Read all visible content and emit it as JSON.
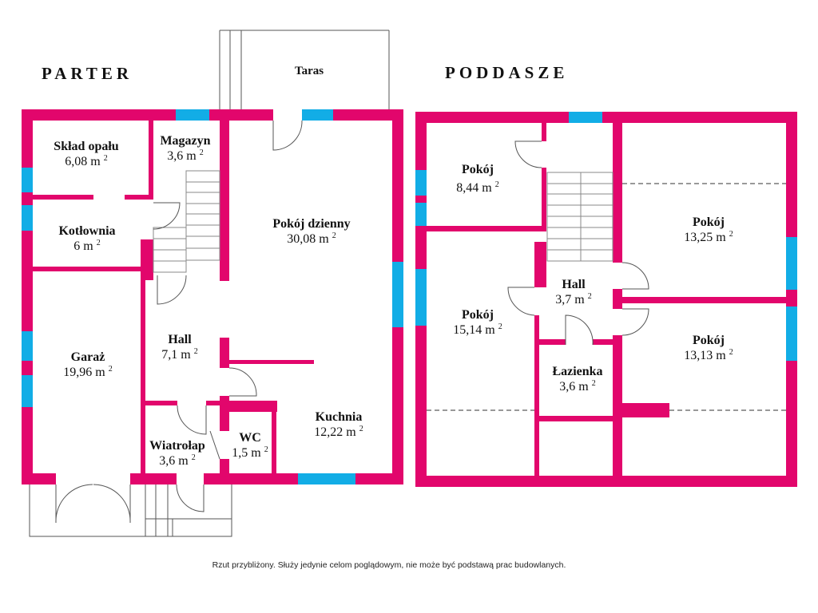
{
  "titles": {
    "parter": "PARTER",
    "poddasze": "PODDASZE"
  },
  "terrace_label": "Taras",
  "footer": "Rzut przybliżony. Służy jedynie celom poglądowym, nie może być podstawą prac budowlanych.",
  "area_exponent": "2",
  "colors": {
    "wall": "#e2066c",
    "window": "#12ade6"
  },
  "parter": {
    "rooms": [
      {
        "name": "Skład opału",
        "area": "6,08 m"
      },
      {
        "name": "Magazyn",
        "area": "3,6 m"
      },
      {
        "name": "Kotłownia",
        "area": "6 m"
      },
      {
        "name": "Pokój dzienny",
        "area": "30,08 m"
      },
      {
        "name": "Garaż",
        "area": "19,96 m"
      },
      {
        "name": "Hall",
        "area": "7,1 m"
      },
      {
        "name": "Kuchnia",
        "area": "12,22 m"
      },
      {
        "name": "Wiatrołap",
        "area": "3,6 m"
      },
      {
        "name": "WC",
        "area": "1,5 m"
      }
    ]
  },
  "poddasze": {
    "rooms": [
      {
        "name": "Pokój",
        "area": "8,44 m"
      },
      {
        "name": "Pokój",
        "area": "13,25 m"
      },
      {
        "name": "Pokój",
        "area": "15,14 m"
      },
      {
        "name": "Hall",
        "area": "3,7 m"
      },
      {
        "name": "Pokój",
        "area": "13,13 m"
      },
      {
        "name": "Łazienka",
        "area": "3,6 m"
      }
    ]
  }
}
